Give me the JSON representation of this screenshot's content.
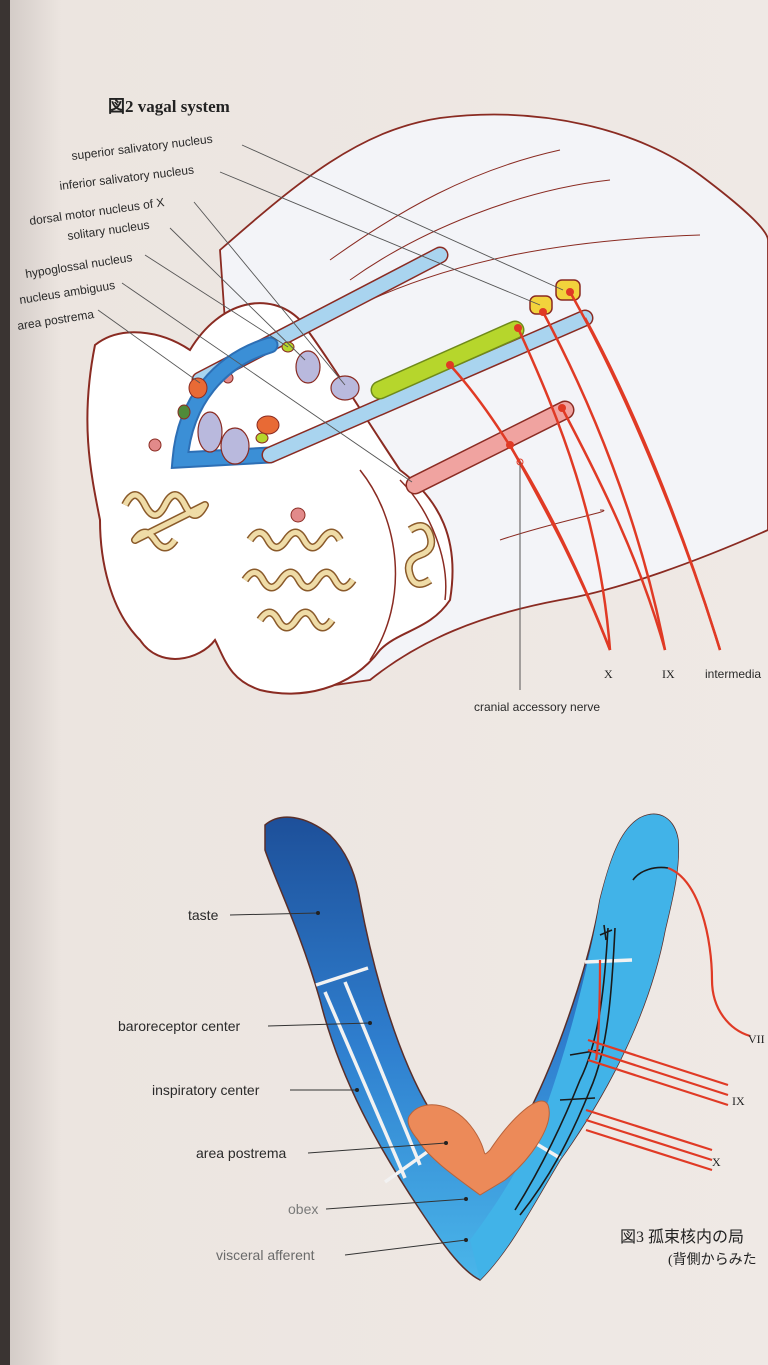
{
  "fig2": {
    "title": "図2 vagal system",
    "labels": {
      "superior_salivatory": "superior salivatory nucleus",
      "inferior_salivatory": "inferior salivatory nucleus",
      "dorsal_motor": "dorsal motor nucleus of X",
      "solitary": "solitary nucleus",
      "hypoglossal": "hypoglossal nucleus",
      "ambiguus": "nucleus ambiguus",
      "area_postrema": "area postrema",
      "nerve_x": "X",
      "nerve_ix": "IX",
      "nerve_intermedius": "intermedia",
      "cranial_accessory": "cranial accessory nerve"
    }
  },
  "fig3": {
    "labels": {
      "taste": "taste",
      "baroreceptor": "baroreceptor center",
      "inspiratory": "inspiratory center",
      "area_postrema": "area postrema",
      "obex": "obex",
      "visceral_afferent": "visceral afferent",
      "nerve_vii": "VII",
      "nerve_ix": "IX",
      "nerve_x": "X"
    },
    "caption_line1": "図3 孤束核内の局",
    "caption_line2": "(背側からみた"
  },
  "colors": {
    "outline": "#8a2b22",
    "nerve_red": "#e03a25",
    "solitary_blue": "#3b8fd6",
    "light_blue": "#a9d4ef",
    "yellow_green": "#b6d62c",
    "pink": "#f0a3a0",
    "yellow": "#f2d33c",
    "lavender": "#b9b9dd",
    "tan": "#efdca7",
    "fig3_blue": "#3fa8e0",
    "fig3_dark": "#1f5fa8",
    "fig3_orange": "#ec8a59"
  }
}
